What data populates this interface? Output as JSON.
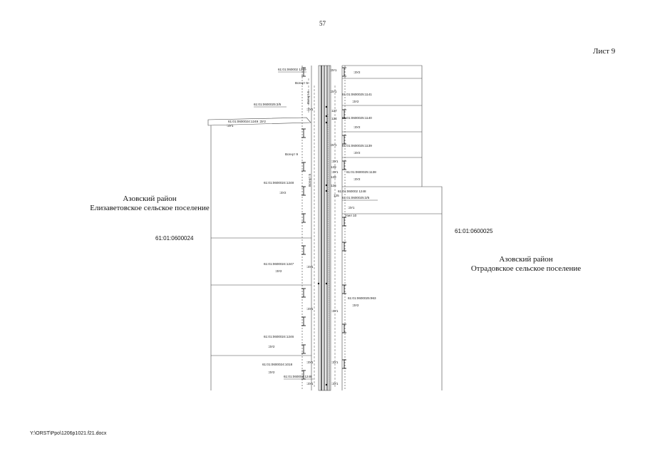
{
  "page": {
    "page_number": "57",
    "sheet_label": "Лист 9",
    "file_path": "Y:\\ORST\\Ppo\\1206p1021.f21.docx"
  },
  "regions": {
    "left_district": "Азовский район",
    "left_settlement": "Елизаветовское сельское поселение",
    "left_quarter": "61:01:0600024",
    "right_district": "Азовский район",
    "right_settlement": "Отрадовское сельское поселение",
    "right_quarter": "61:01:0600025"
  },
  "map_labels": [
    "61:01:060002 1249",
    ":ЗУ1",
    "61:01:0600025:3/5",
    "Вогнут 5",
    "Вогнут 6",
    "61:01:0600024:1249 :ЗУ2",
    ":ЗУ2",
    "61:01:0600025:1141",
    "61:01:0600025:1140",
    "61:01:0600025:1139",
    "61:01:0600025:1138",
    "61:01:0600024:1248",
    "Вогнут 9",
    "61:01:0600025:3/5",
    "Узел 10",
    "61:01:0600024:1247",
    "61:01:0600025:963",
    "61:01:0600024:1246",
    "61:01:0600024:1018",
    "61:01:060002 1248",
    "126",
    "124",
    "125",
    "127",
    "129",
    "128"
  ]
}
